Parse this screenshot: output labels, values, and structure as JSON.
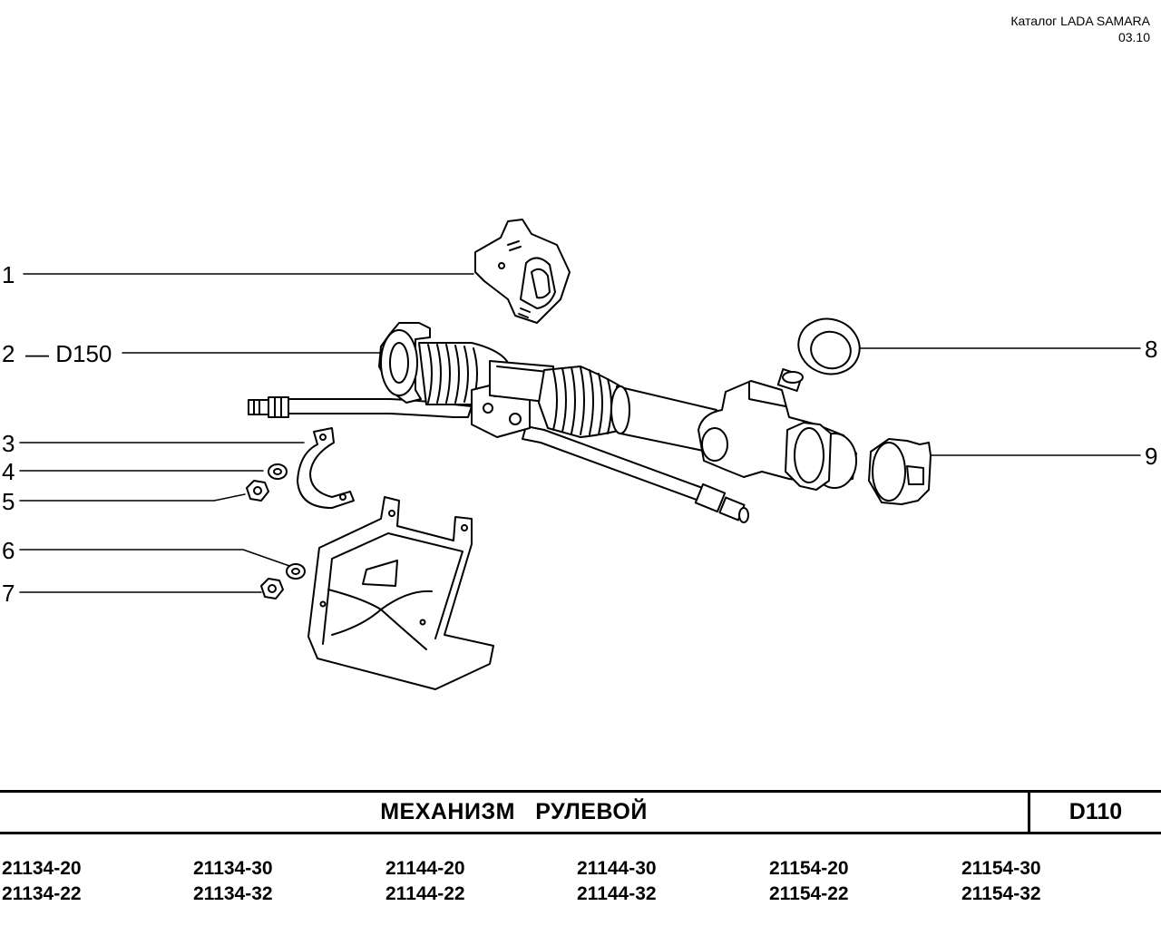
{
  "header": {
    "catalog_label": "Каталог  LADA SAMARA",
    "date": "03.10"
  },
  "callouts": [
    {
      "num": "1"
    },
    {
      "num": "2",
      "ref": "— D150"
    },
    {
      "num": "3"
    },
    {
      "num": "4"
    },
    {
      "num": "5"
    },
    {
      "num": "6"
    },
    {
      "num": "7"
    },
    {
      "num": "8"
    },
    {
      "num": "9"
    }
  ],
  "footer": {
    "title": "МЕХАНИЗМ   РУЛЕВОЙ",
    "code": "D110",
    "models": [
      [
        "21134-20",
        "21134-22"
      ],
      [
        "21134-30",
        "21134-32"
      ],
      [
        "21144-20",
        "21144-22"
      ],
      [
        "21144-30",
        "21144-32"
      ],
      [
        "21154-20",
        "21154-22"
      ],
      [
        "21154-30",
        "21154-32"
      ]
    ]
  }
}
